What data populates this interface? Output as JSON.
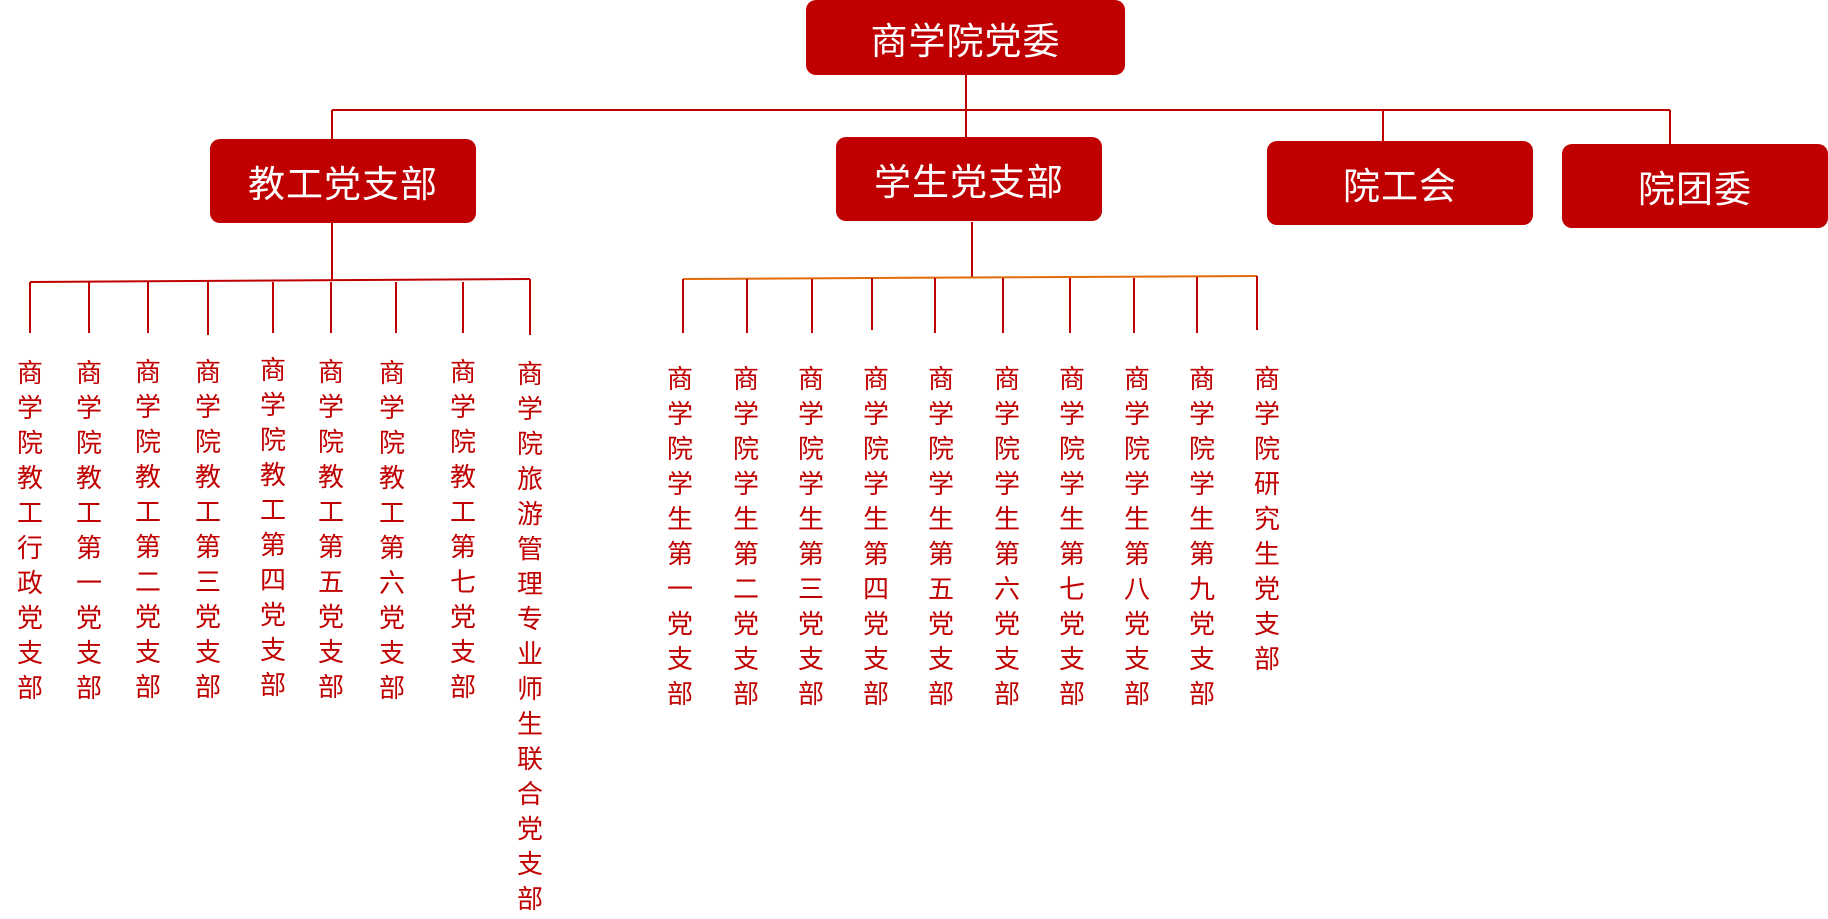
{
  "root": {
    "label": "商学院党委"
  },
  "level1": [
    {
      "label": "教工党支部"
    },
    {
      "label": "学生党支部"
    },
    {
      "label": "院工会"
    },
    {
      "label": "院团委"
    }
  ],
  "faculty_branches": [
    {
      "label": "商学院教工行政党支部"
    },
    {
      "label": "商学院教工第一党支部"
    },
    {
      "label": "商学院教工第二党支部"
    },
    {
      "label": "商学院教工第三党支部"
    },
    {
      "label": "商学院教工第四党支部"
    },
    {
      "label": "商学院教工第五党支部"
    },
    {
      "label": "商学院教工第六党支部"
    },
    {
      "label": "商学院教工第七党支部"
    },
    {
      "label": "商学院旅游管理专业师生联合党支部"
    }
  ],
  "student_branches": [
    {
      "label": "商学院学生第一党支部"
    },
    {
      "label": "商学院学生第二党支部"
    },
    {
      "label": "商学院学生第三党支部"
    },
    {
      "label": "商学院学生第四党支部"
    },
    {
      "label": "商学院学生第五党支部"
    },
    {
      "label": "商学院学生第六党支部"
    },
    {
      "label": "商学院学生第七党支部"
    },
    {
      "label": "商学院学生第八党支部"
    },
    {
      "label": "商学院学生第九党支部"
    },
    {
      "label": "商学院研究生党支部"
    }
  ],
  "colors": {
    "box_fill": "#c00000",
    "box_text": "#ffffff",
    "leaf_text": "#c00000",
    "line_red": "#c00000",
    "line_orange": "#e36c0a"
  }
}
